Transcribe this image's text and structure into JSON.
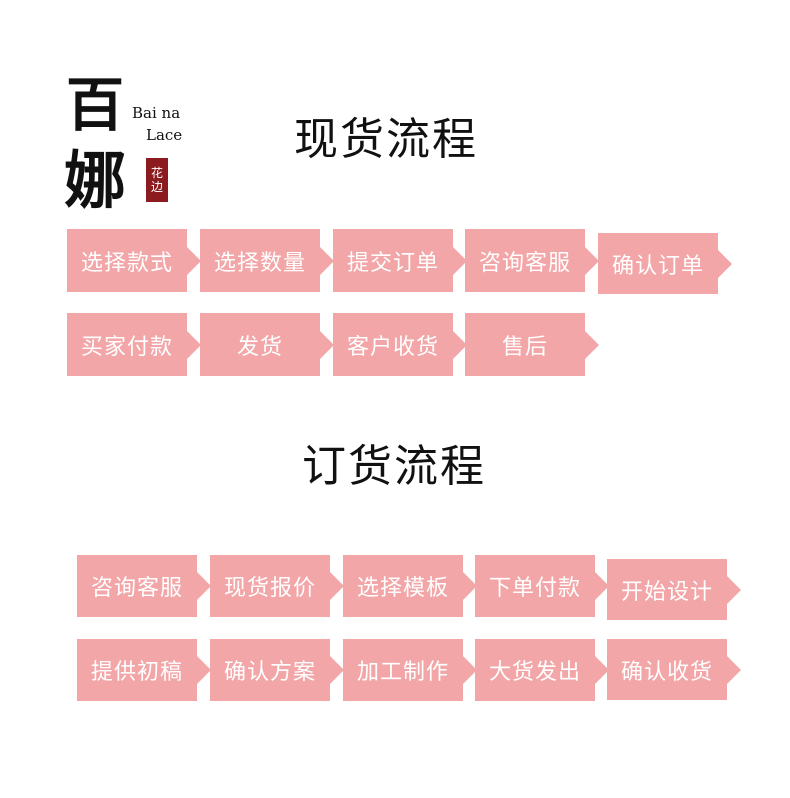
{
  "logo": {
    "char1": "百",
    "char2": "娜",
    "en_line1": "Bai na",
    "en_line2": "Lace",
    "seal_top": "花",
    "seal_bottom": "边",
    "seal_color": "#8c1b1f"
  },
  "colors": {
    "step_bg": "#f3a6a8",
    "step_text": "#ffffff",
    "title_text": "#111111"
  },
  "stock_flow": {
    "title": "现货流程",
    "steps": [
      "选择款式",
      "选择数量",
      "提交订单",
      "咨询客服",
      "确认订单",
      "买家付款",
      "发货",
      "客户收货",
      "售后"
    ]
  },
  "order_flow": {
    "title": "订货流程",
    "steps": [
      "咨询客服",
      "现货报价",
      "选择模板",
      "下单付款",
      "开始设计",
      "提供初稿",
      "确认方案",
      "加工制作",
      "大货发出",
      "确认收货"
    ]
  }
}
